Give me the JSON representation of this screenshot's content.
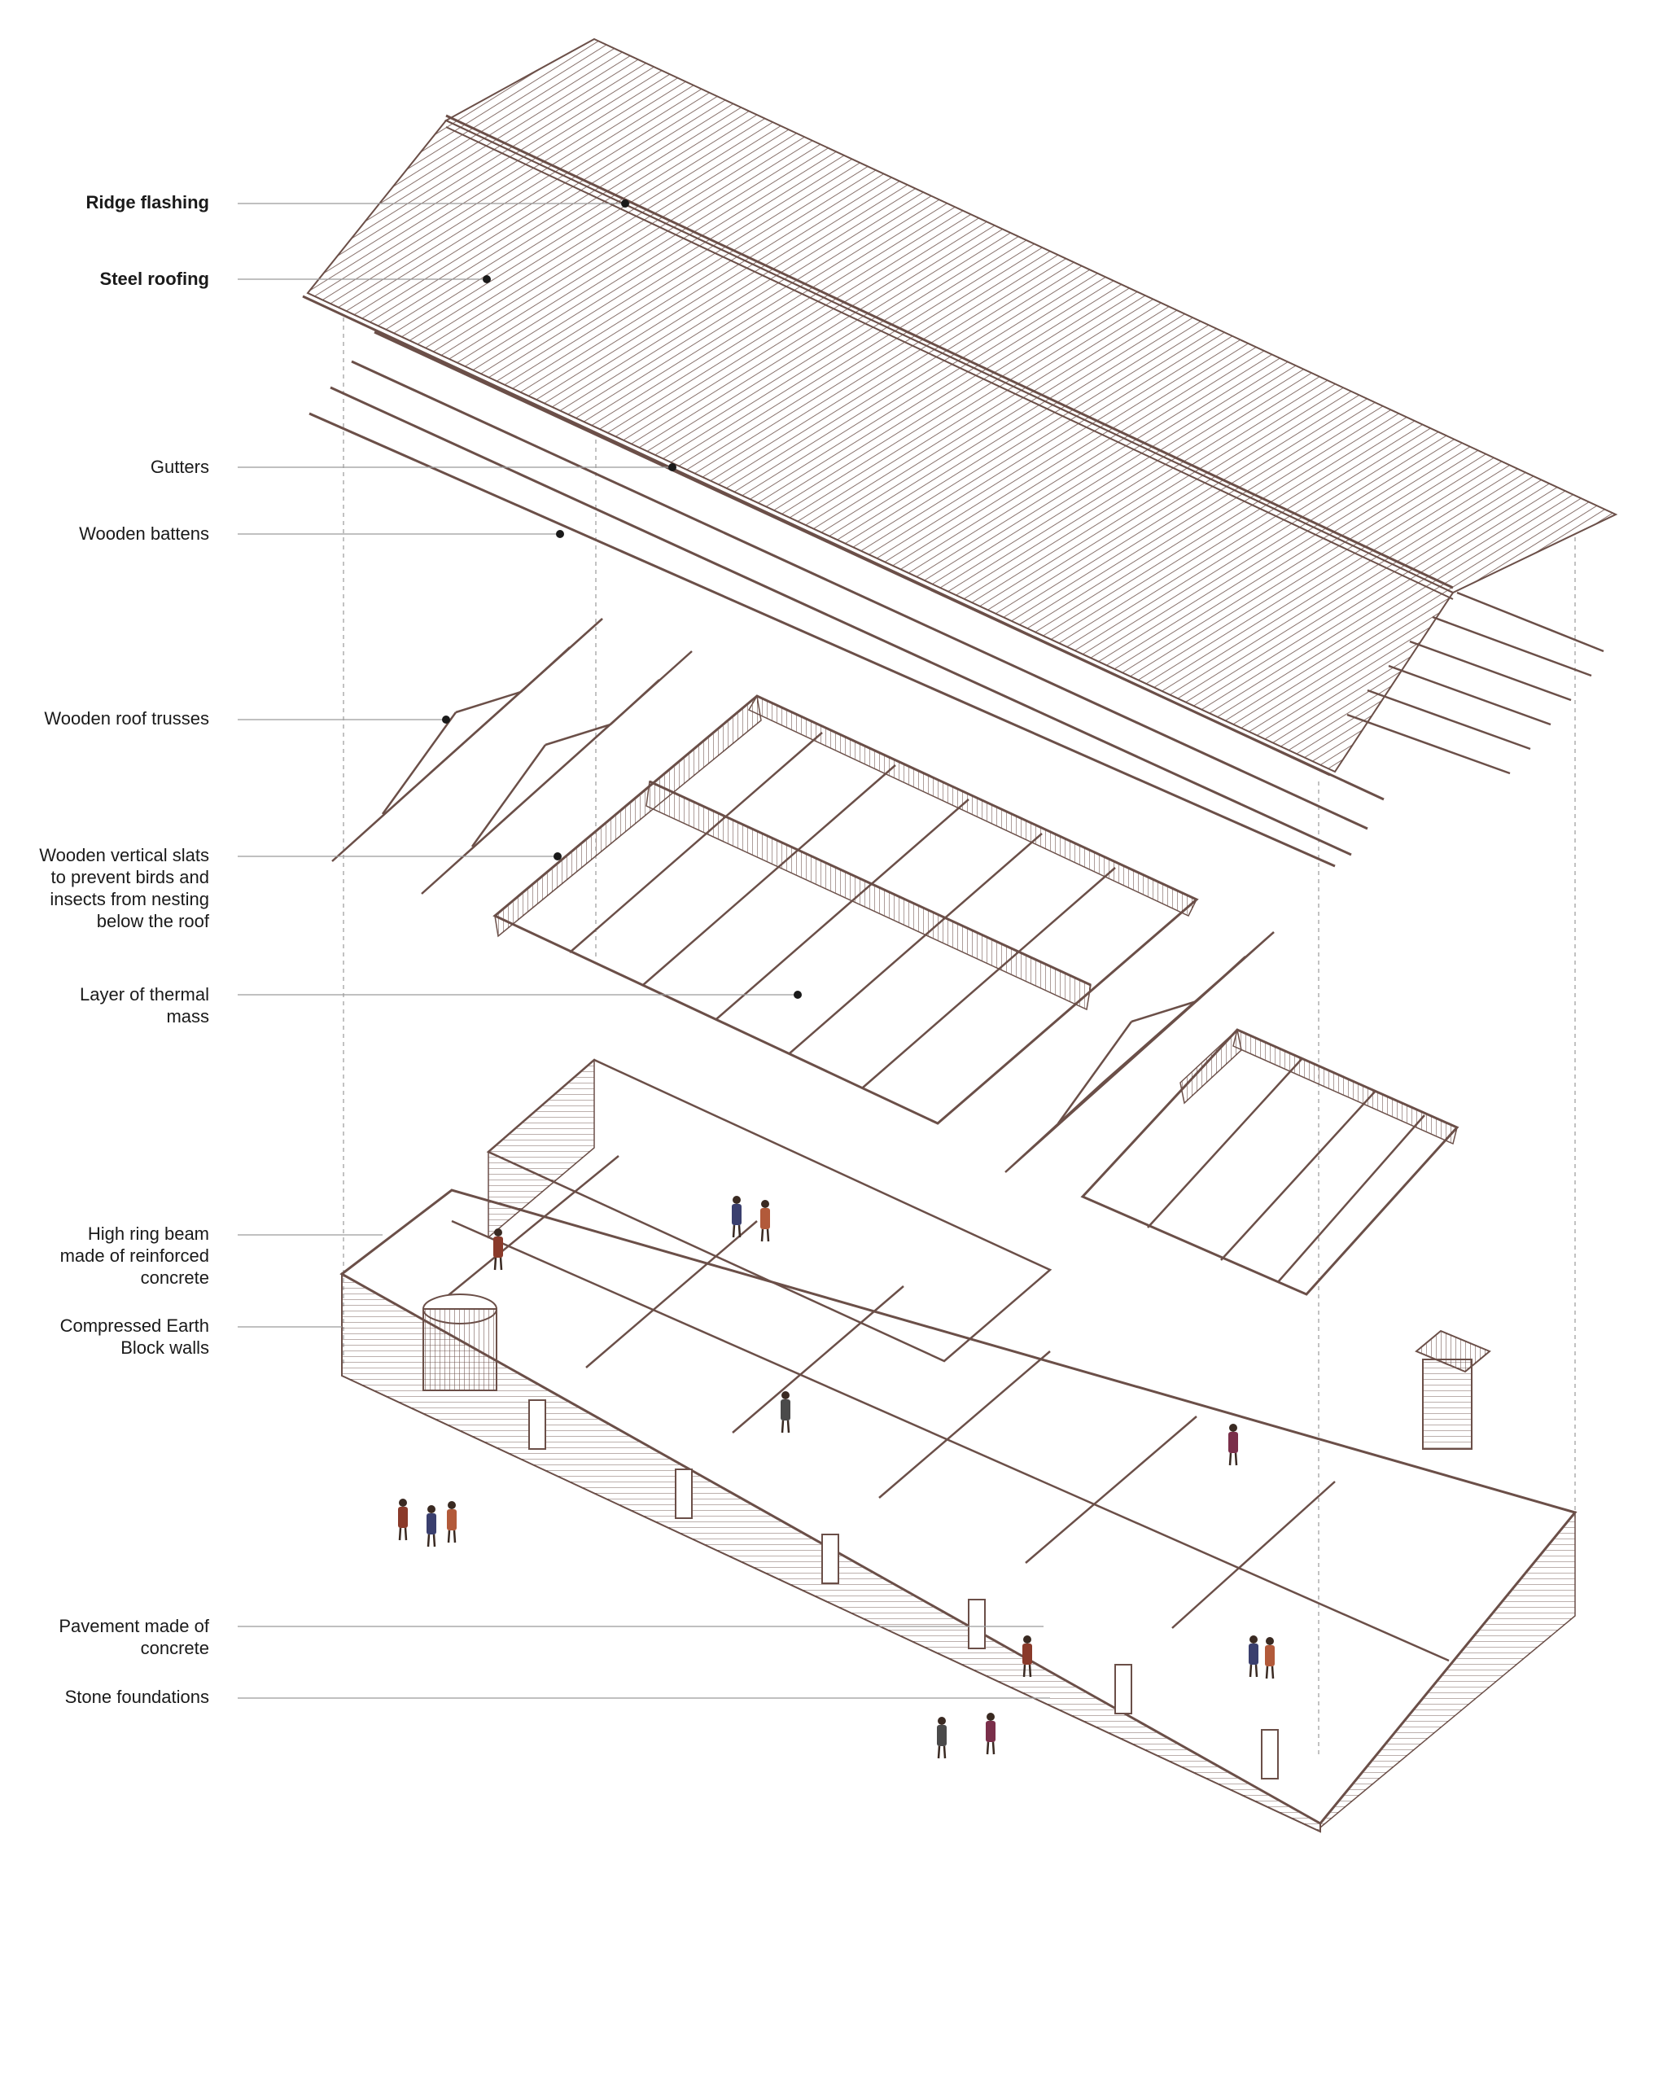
{
  "labels": [
    {
      "id": "ridge_flashing",
      "text": "Ridge flashing"
    },
    {
      "id": "steel_roofing",
      "text": "Steel roofing"
    },
    {
      "id": "gutters",
      "text": "Gutters"
    },
    {
      "id": "wooden_battens",
      "text": "Wooden battens"
    },
    {
      "id": "wooden_roof_trusses",
      "text": "Wooden roof trusses"
    },
    {
      "id": "wooden_vertical_slats",
      "text": "Wooden vertical slats\nto prevent birds and\ninsects from nesting\nbelow the roof"
    },
    {
      "id": "thermal_mass",
      "text": "Layer of thermal\nmass"
    },
    {
      "id": "ring_beam",
      "text": "High ring beam\nmade of reinforced\nconcrete"
    },
    {
      "id": "ceb_walls",
      "text": "Compressed Earth\nBlock walls"
    },
    {
      "id": "pavement",
      "text": "Pavement made of\nconcrete"
    },
    {
      "id": "stone_foundations",
      "text": "Stone foundations"
    }
  ],
  "colors": {
    "line": "#6b4f48",
    "leader": "#9a9a9a",
    "dot": "#1a1a1a",
    "text": "#1a1a1a",
    "people": [
      "#8a3a2a",
      "#3a3f6e",
      "#b25a3a",
      "#4a4a4a",
      "#7a2f4a"
    ]
  }
}
